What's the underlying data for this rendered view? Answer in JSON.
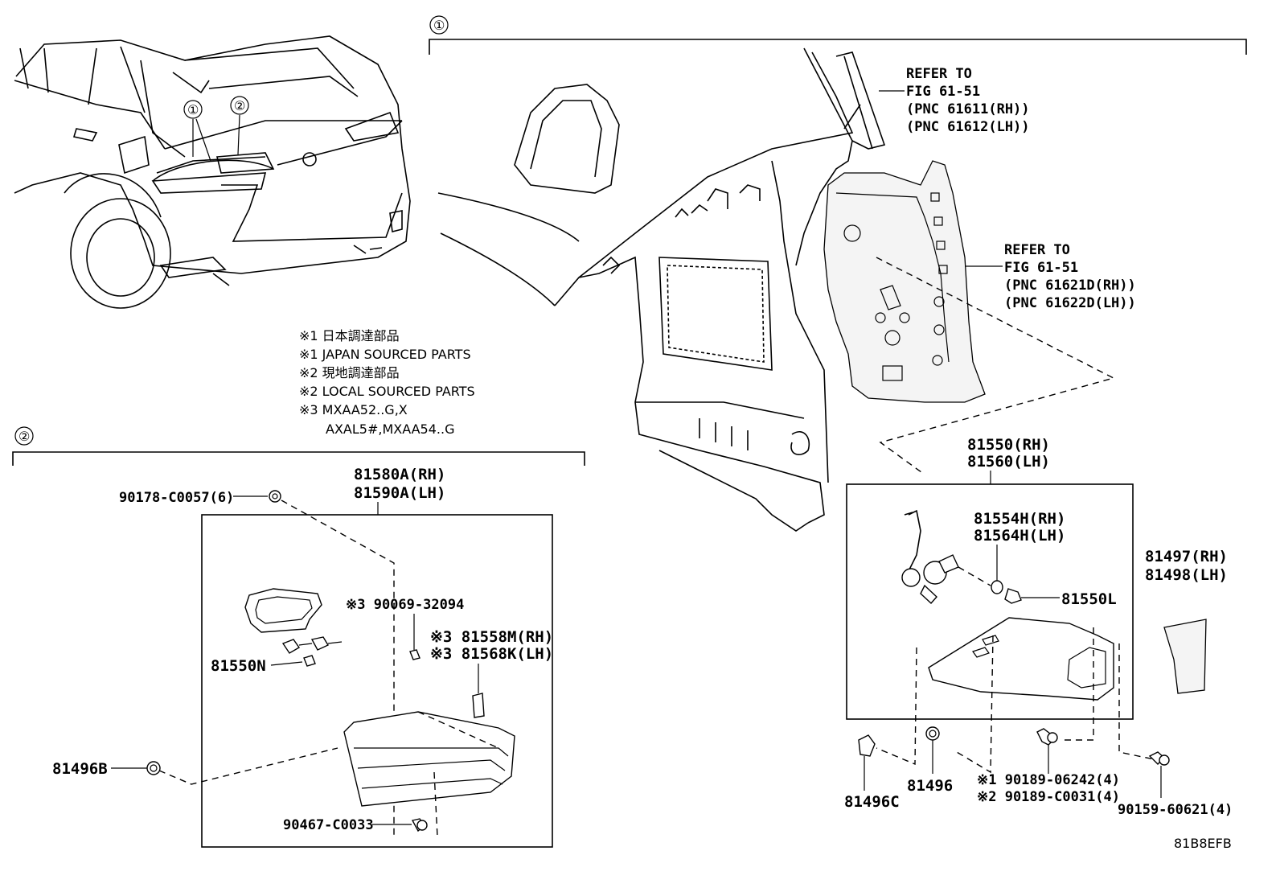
{
  "callouts": {
    "one": "①",
    "two": "②"
  },
  "notes": [
    "※1 日本調達部品",
    "※1 JAPAN SOURCED PARTS",
    "※2 現地調達部品",
    "※2 LOCAL SOURCED PARTS",
    "※3 MXAA52..G,X",
    "AXAL5#,MXAA54..G"
  ],
  "refer_upper": [
    "REFER TO",
    "FIG 61-51",
    "(PNC 61611(RH))",
    "(PNC 61612(LH))"
  ],
  "refer_lower": [
    "REFER TO",
    "FIG 61-51",
    "(PNC 61621D(RH))",
    "(PNC 61622D(LH))"
  ],
  "parts": {
    "p81550_rh": "81550(RH)",
    "p81560_lh": "81560(LH)",
    "p81554h_rh": "81554H(RH)",
    "p81564h_lh": "81564H(LH)",
    "p81550l": "81550L",
    "p81497_rh": "81497(RH)",
    "p81498_lh": "81498(LH)",
    "p81496c": "81496C",
    "p81496": "81496",
    "p90189_06242": "※1 90189-06242(4)",
    "p90189_c0031": "※2 90189-C0031(4)",
    "p90159_60621": "90159-60621(4)",
    "p81580a_rh": "81580A(RH)",
    "p81590a_lh": "81590A(LH)",
    "p90178_c0057": "90178-C0057(6)",
    "p90069_32094": "※3 90069-32094",
    "p81558m_rh": "※3 81558M(RH)",
    "p81568k_lh": "※3 81568K(LH)",
    "p81550n": "81550N",
    "p81496b": "81496B",
    "p90467_c0033": "90467-C0033"
  },
  "figure_code": "81B8EFB"
}
